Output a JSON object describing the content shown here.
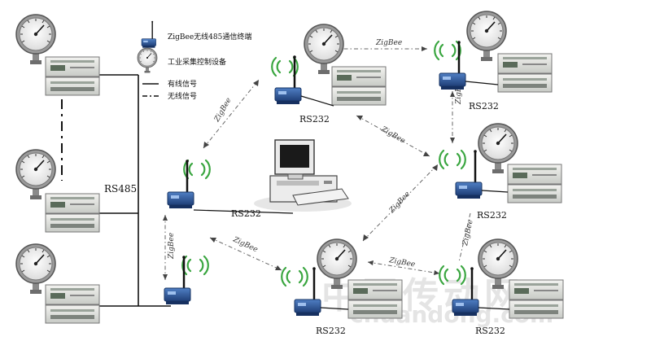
{
  "legend": {
    "wireless_module": "ZigBee无线485通信终端",
    "industrial_device": "工业采集控制设备",
    "wired_signal": "有线信号",
    "wireless_signal": "无线信号"
  },
  "labels": {
    "rs485": "RS485",
    "rs232_top_center": "RS232",
    "rs232_top_right": "RS232",
    "rs232_pc": "RS232",
    "rs232_mid_right": "RS232",
    "rs232_bottom_center": "RS232",
    "rs232_bottom_right": "RS232"
  },
  "links": {
    "zb_top": "ZigBee",
    "zb_left_up": "ZigBee",
    "zb_center_right": "ZigBee",
    "zb_right_vertical": "ZigBee",
    "zb_left_vertical": "ZigBee",
    "zb_left_bottom": "ZigBee",
    "zb_diag_center": "ZigBee",
    "zb_bottom": "ZigBee",
    "zb_right_lower": "ZigBee"
  },
  "watermark": {
    "cn": "中国传动网",
    "en": "chuandong.com"
  },
  "colors": {
    "wave": "#3aa640",
    "module": "#2b5fa8",
    "wire": "#111111",
    "dash": "#555555"
  }
}
